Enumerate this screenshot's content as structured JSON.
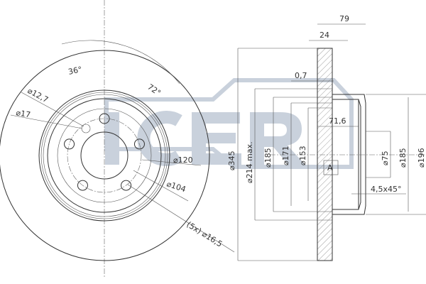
{
  "logo": "ICER",
  "front_view": {
    "angle_36": "36°",
    "angle_72": "72°",
    "d12_7": "⌀12,7",
    "d17": "⌀17",
    "d120": "⌀120",
    "d104": "⌀104",
    "holes": "(5x) ⌀16,5"
  },
  "side_view": {
    "w79": "79",
    "w24": "24",
    "t07": "0,7",
    "w716": "71,6",
    "d345": "⌀345",
    "d214": "⌀214 max.",
    "d185a": "⌀185",
    "d171": "⌀171",
    "d153": "⌀153",
    "d75": "⌀75",
    "d185b": "⌀185",
    "d196": "⌀196",
    "datum": "A",
    "chamfer": "4,5x45°"
  }
}
